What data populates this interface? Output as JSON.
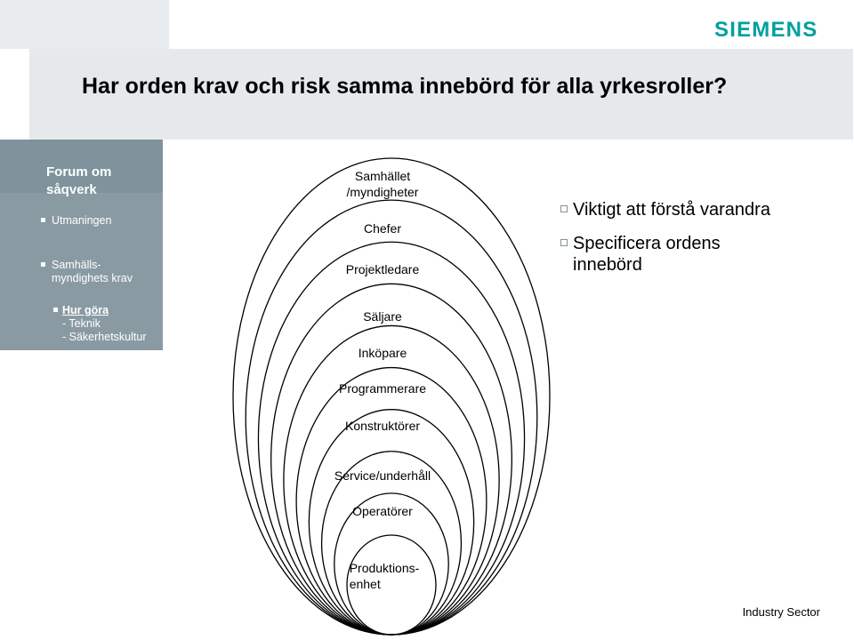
{
  "header": {
    "logo": "SIEMENS",
    "title": "Har orden krav och risk samma innebörd för alla yrkesroller?"
  },
  "sidebar": {
    "heading_line1": "Forum om",
    "heading_line2": "såqverk",
    "items": [
      {
        "label_line1": "Utmaningen"
      },
      {
        "label_line1": "Samhälls-",
        "label_line2": "myndighets krav"
      },
      {
        "label_line1": "Hur göra",
        "label_line2": "- Teknik",
        "label_line3": "- Säkerhetskultur"
      }
    ]
  },
  "onion": {
    "layers": [
      {
        "line1": "Samhället",
        "line2": "/myndigheter"
      },
      {
        "line1": "Chefer"
      },
      {
        "line1": "Projektledare"
      },
      {
        "line1": "Säljare"
      },
      {
        "line1": "Inköpare"
      },
      {
        "line1": "Programmerare"
      },
      {
        "line1": "Konstruktörer"
      },
      {
        "line1": "Service/underhåll"
      },
      {
        "line1": "Operatörer"
      },
      {
        "line1": "Produktions-",
        "line2": "enhet"
      }
    ]
  },
  "bullets": [
    {
      "line1": "Viktigt att förstå varandra"
    },
    {
      "line1": "Specificera ordens",
      "line2": "innebörd"
    }
  ],
  "footer": {
    "label": "Industry Sector"
  },
  "colors": {
    "logo": "#00a0a0",
    "sidebar": "#8a9aa3",
    "title_band": "#e6e9ec"
  }
}
